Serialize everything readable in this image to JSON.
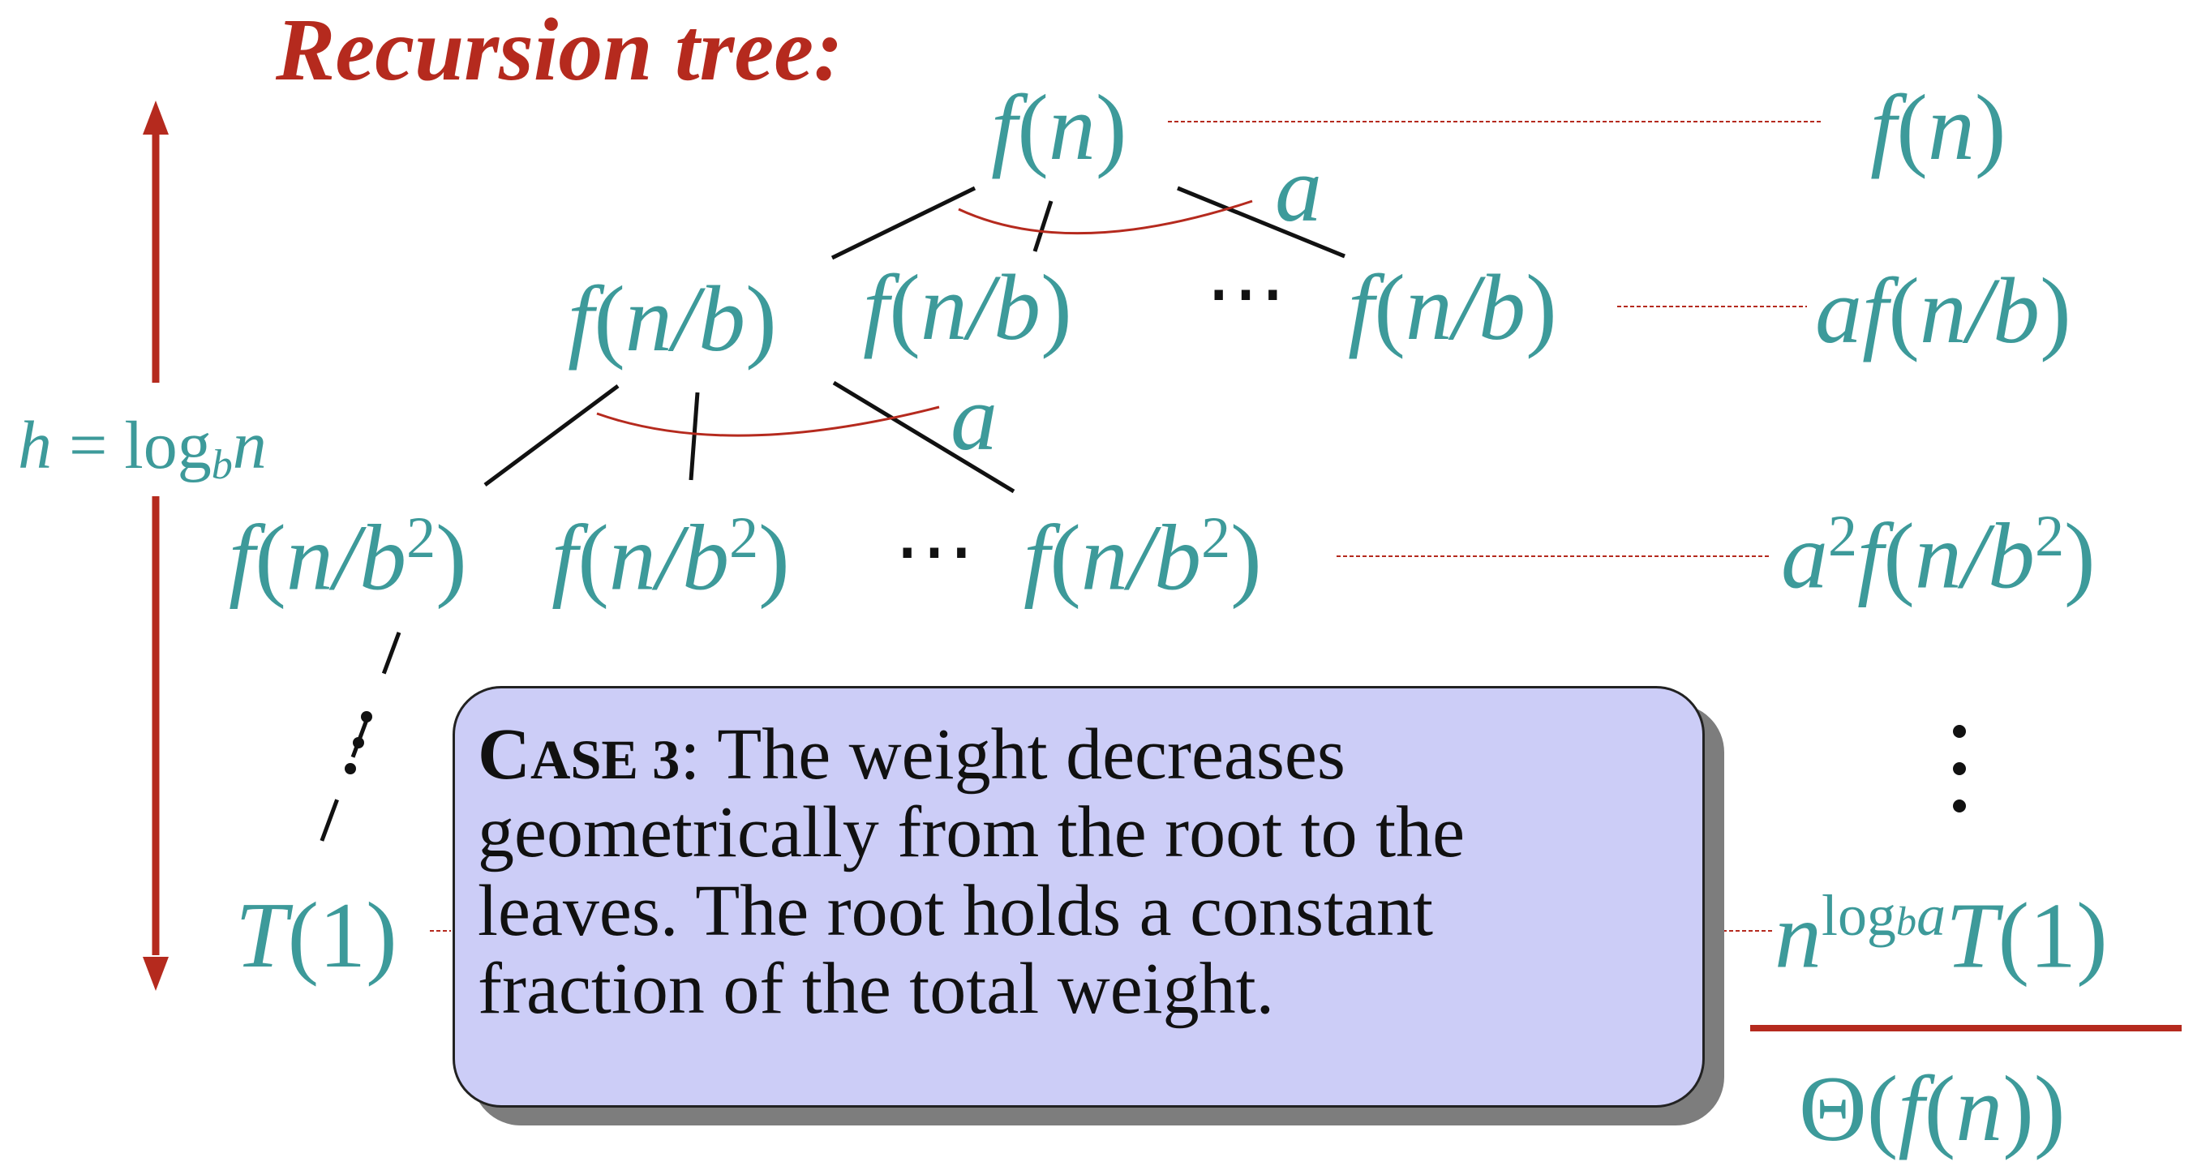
{
  "title": "Recursion tree:",
  "height_label": {
    "h": "h",
    "eq": " = log",
    "base": "b",
    "arg": "n"
  },
  "root": {
    "f": "f",
    "open": "(",
    "arg": "n",
    "close": ")"
  },
  "level1": {
    "f": "f",
    "open": "(",
    "arg": "n/b",
    "close": ")"
  },
  "level2": {
    "f": "f",
    "open": "(",
    "arg": "n/b",
    "exp": "2",
    "close": ")"
  },
  "leaf": {
    "T": "T",
    "val": "(1)"
  },
  "branch_label": "a",
  "ellipsis": "⋯",
  "sums": {
    "row0": {
      "f": "f",
      "open": "(",
      "arg": "n",
      "close": ")"
    },
    "row1": {
      "coef": "a",
      "f": "f",
      "open": "(",
      "arg": "n/b",
      "close": ")"
    },
    "row2": {
      "coef": "a",
      "coef_exp": "2",
      "f": "f",
      "open": "(",
      "arg": "n/b",
      "exp": "2",
      "close": ")"
    },
    "leaves": {
      "n": "n",
      "exp_log": "log",
      "exp_base": "b",
      "exp_arg": "a",
      "T": "T",
      "val": "(1)"
    },
    "total": {
      "theta": "Θ(",
      "f": "f",
      "open": "(",
      "arg": "n",
      "close": "))"
    }
  },
  "callout": {
    "case_c": "C",
    "case_rest": "ASE 3",
    "text": ": The weight decreases geometrically from the root to the leaves. The root holds a constant fraction of the total weight."
  },
  "colors": {
    "teal": "#3d9a9a",
    "red": "#b52a1e",
    "callout_bg": "#cccdf7",
    "shadow": "#7d7d7d"
  }
}
